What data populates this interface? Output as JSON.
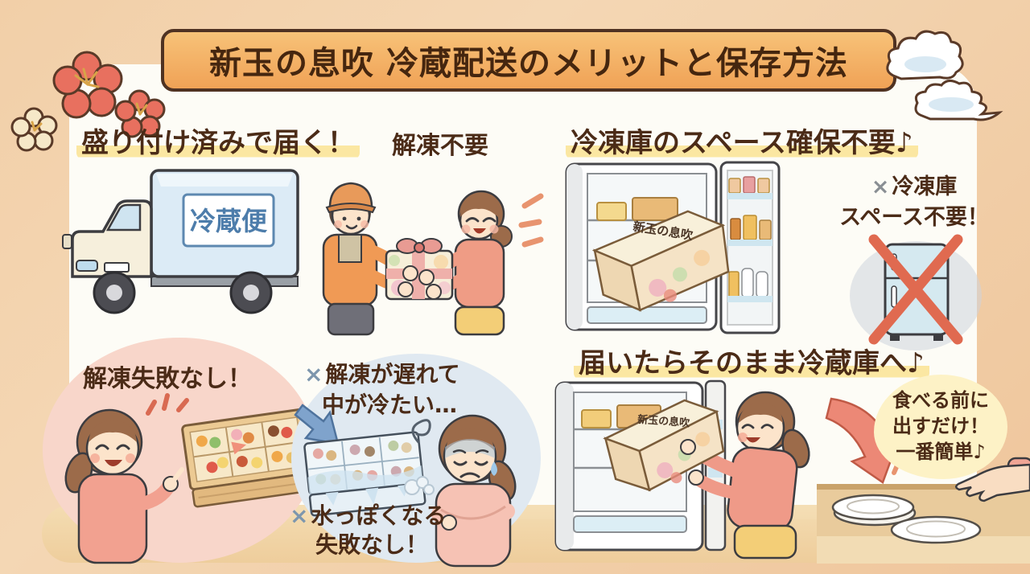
{
  "title": "新玉の息吹 冷蔵配送のメリットと保存方法",
  "box_label": "新玉の息吹",
  "sections": {
    "delivered": {
      "heading": "盛り付け済みで届く！",
      "subheading": "解凍不要",
      "truck_label": "冷蔵便"
    },
    "freezer_space": {
      "heading": "冷凍庫のスペース確保不要♪",
      "cross": "×",
      "note_line1": "冷凍庫",
      "note_line2": "スペース不要！"
    },
    "no_failure": {
      "heading": "解凍失敗なし！"
    },
    "thaw_trouble": {
      "cross": "×",
      "late_line1": "解凍が遅れて",
      "late_line2": "中が冷たい…",
      "watery_line1": "水っぽくなる",
      "watery_line2": "失敗なし！"
    },
    "to_fridge": {
      "heading": "届いたらそのまま冷蔵庫へ♪",
      "bubble_line1": "食べる前に",
      "bubble_line2": "出すだけ！",
      "bubble_line3": "一番簡単♪"
    }
  },
  "colors": {
    "background": "#f1cda7",
    "panel": "#fdfcf6",
    "banner": "#f3ad62",
    "banner_text": "#45260f",
    "heading_text": "#4b2b17",
    "highlight": "#fbe7a2",
    "truck_label_blue": "#4d7dab",
    "cross_red": "#e06a50",
    "cross_gray": "#8a8f94",
    "cross_blue": "#7d96ad",
    "bubble": "#fdf2c6"
  }
}
